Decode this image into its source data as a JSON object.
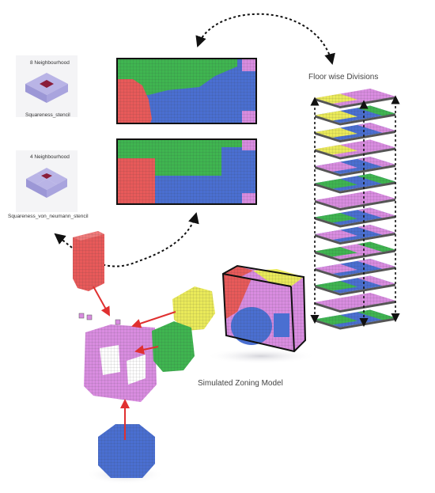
{
  "labels": {
    "n8_title": "8 Neighbourhood",
    "n8_caption": "Squareness_stencil",
    "n4_title": "4 Neighbourhood",
    "n4_caption": "Squareness_von_neumann_stencil",
    "floor_title": "Floor wise Divisions",
    "model_title": "Simulated Zoning Model"
  },
  "zone_colors": {
    "pink": "#e88aa0",
    "red": "#e85a5a",
    "green": "#3fb550",
    "blue": "#4a6fd1",
    "yellow": "#eaea5a",
    "violet": "#d98ce0"
  },
  "floor_count": 14
}
